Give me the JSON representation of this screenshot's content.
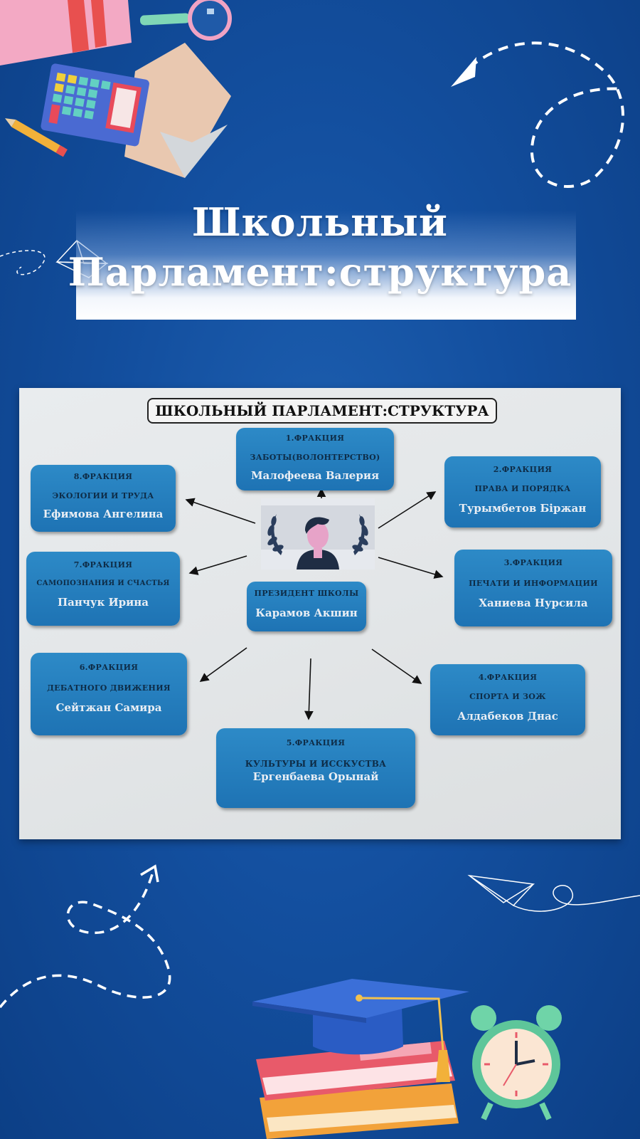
{
  "title": {
    "line1": "Школьный",
    "line2": "Парламент:структура"
  },
  "diagram": {
    "heading": "ШКОЛЬНЫЙ ПАРЛАМЕНТ:СТРУКТУРА",
    "president": {
      "role": "ПРЕЗИДЕНТ ШКОЛЫ",
      "name": "Карамов Акшин"
    },
    "factions": [
      {
        "title": "1.ФРАКЦИЯ",
        "subtitle": "ЗАБОТЫ(ВОЛОНТЕРСТВО)",
        "name": "Малофеева Валерия"
      },
      {
        "title": "2.ФРАКЦИЯ",
        "subtitle": "ПРАВА И ПОРЯДКА",
        "name": "Турымбетов Біржан"
      },
      {
        "title": "3.ФРАКЦИЯ",
        "subtitle": "ПЕЧАТИ И ИНФОРМАЦИИ",
        "name": "Ханиева Нурсила"
      },
      {
        "title": "4.ФРАКЦИЯ",
        "subtitle": "СПОРТА И ЗОЖ",
        "name": "Алдабеков Днас"
      },
      {
        "title": "5.ФРАКЦИЯ",
        "subtitle": "КУЛЬТУРЫ И ИССКУСТВА",
        "name": "Ергенбаева Орынай"
      },
      {
        "title": "6.ФРАКЦИЯ",
        "subtitle": "ДЕБАТНОГО ДВИЖЕНИЯ",
        "name": "Сейтжан Самира"
      },
      {
        "title": "7.ФРАКЦИЯ",
        "subtitle": "САМОПОЗНАНИЯ И СЧАСТЬЯ",
        "name": "Панчук Ирина"
      },
      {
        "title": "8.ФРАКЦИЯ",
        "subtitle": "ЭКОЛОГИИ И ТРУДА",
        "name": "Ефимова Ангелина"
      }
    ]
  },
  "icons": [
    "notebook-icon",
    "magnifier-icon",
    "calculator-icon",
    "pencil-icon",
    "paper-plane-icon",
    "graduation-cap-icon",
    "books-icon",
    "alarm-clock-icon",
    "dashed-arrow-icon"
  ],
  "colors": {
    "background": "#134f9f",
    "node": "#1e73b4",
    "title": "#ffffff"
  }
}
